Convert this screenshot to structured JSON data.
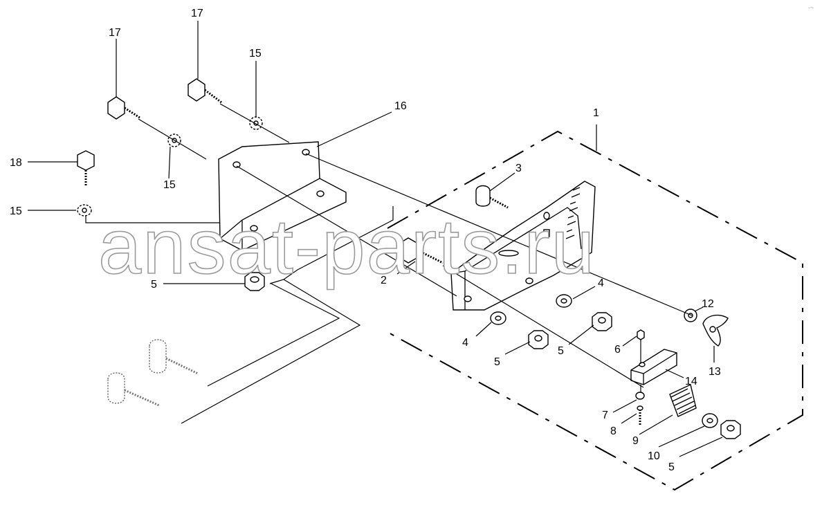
{
  "watermark": "ansat-parts.ru",
  "corner_mark": "-~",
  "callouts": [
    {
      "id": "c1",
      "text": "1"
    },
    {
      "id": "c2",
      "text": "2"
    },
    {
      "id": "c3",
      "text": "3"
    },
    {
      "id": "c4a",
      "text": "4"
    },
    {
      "id": "c4b",
      "text": "4"
    },
    {
      "id": "c5a",
      "text": "5"
    },
    {
      "id": "c5b",
      "text": "5"
    },
    {
      "id": "c5c",
      "text": "5"
    },
    {
      "id": "c5d",
      "text": "5"
    },
    {
      "id": "c6",
      "text": "6"
    },
    {
      "id": "c7",
      "text": "7"
    },
    {
      "id": "c8",
      "text": "8"
    },
    {
      "id": "c9",
      "text": "9"
    },
    {
      "id": "c10",
      "text": "10"
    },
    {
      "id": "c12",
      "text": "12"
    },
    {
      "id": "c13",
      "text": "13"
    },
    {
      "id": "c14",
      "text": "14"
    },
    {
      "id": "c15a",
      "text": "15"
    },
    {
      "id": "c15b",
      "text": "15"
    },
    {
      "id": "c15c",
      "text": "15"
    },
    {
      "id": "c16",
      "text": "16"
    },
    {
      "id": "c17a",
      "text": "17"
    },
    {
      "id": "c17b",
      "text": "17"
    },
    {
      "id": "c18",
      "text": "18"
    }
  ]
}
